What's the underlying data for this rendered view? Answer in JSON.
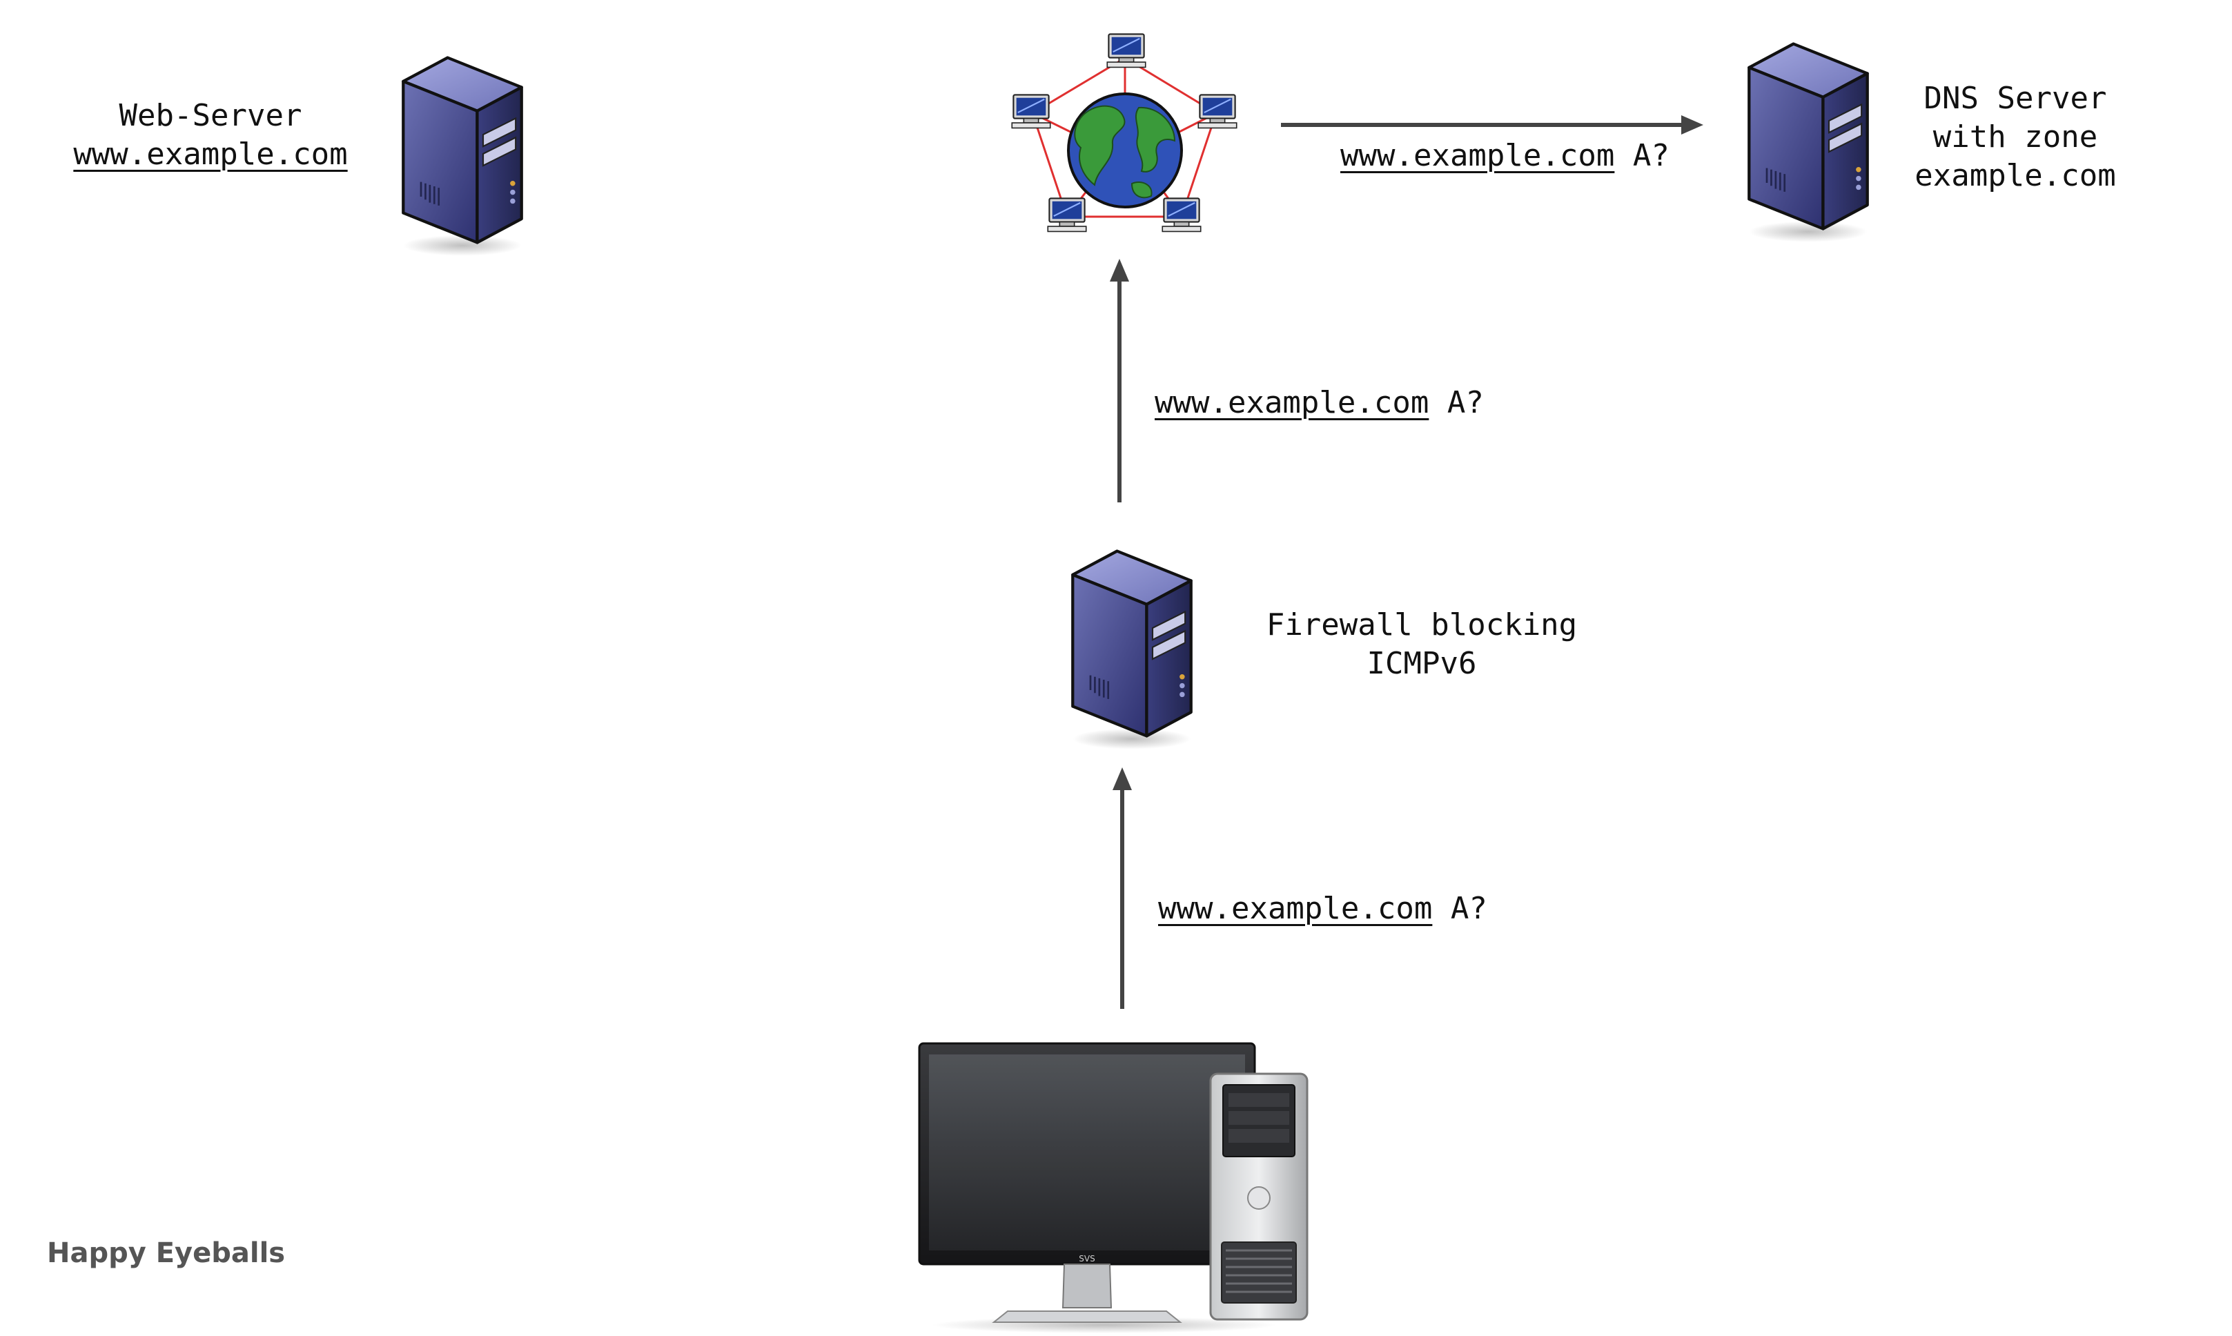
{
  "nodes": {
    "web_server": {
      "line1": "Web-Server",
      "line2": "www.example.com"
    },
    "dns_server": {
      "line1": "DNS Server",
      "line2": "with zone",
      "line3": "example.com"
    },
    "firewall": {
      "line1": "Firewall blocking",
      "line2": "ICMPv6"
    }
  },
  "edges": {
    "internet_to_dns": {
      "host": "www.example.com",
      "query": " A?"
    },
    "firewall_to_internet": {
      "host": "www.example.com",
      "query": " A?"
    },
    "client_to_firewall": {
      "host": "www.example.com",
      "query": " A?"
    }
  },
  "footer": {
    "title": "Happy Eyeballs"
  },
  "client": {
    "monitor_brand": "SVS"
  },
  "icons": {
    "server": "server-tower-icon",
    "internet": "internet-globe-network-icon",
    "client": "desktop-computer-icon"
  },
  "colors": {
    "server_body": "#4a4f8c",
    "server_top": "#7b80c0",
    "arrow": "#444444",
    "globe_ocean": "#2f52b8",
    "globe_land": "#3a9a3a",
    "net_link": "#e03030"
  }
}
